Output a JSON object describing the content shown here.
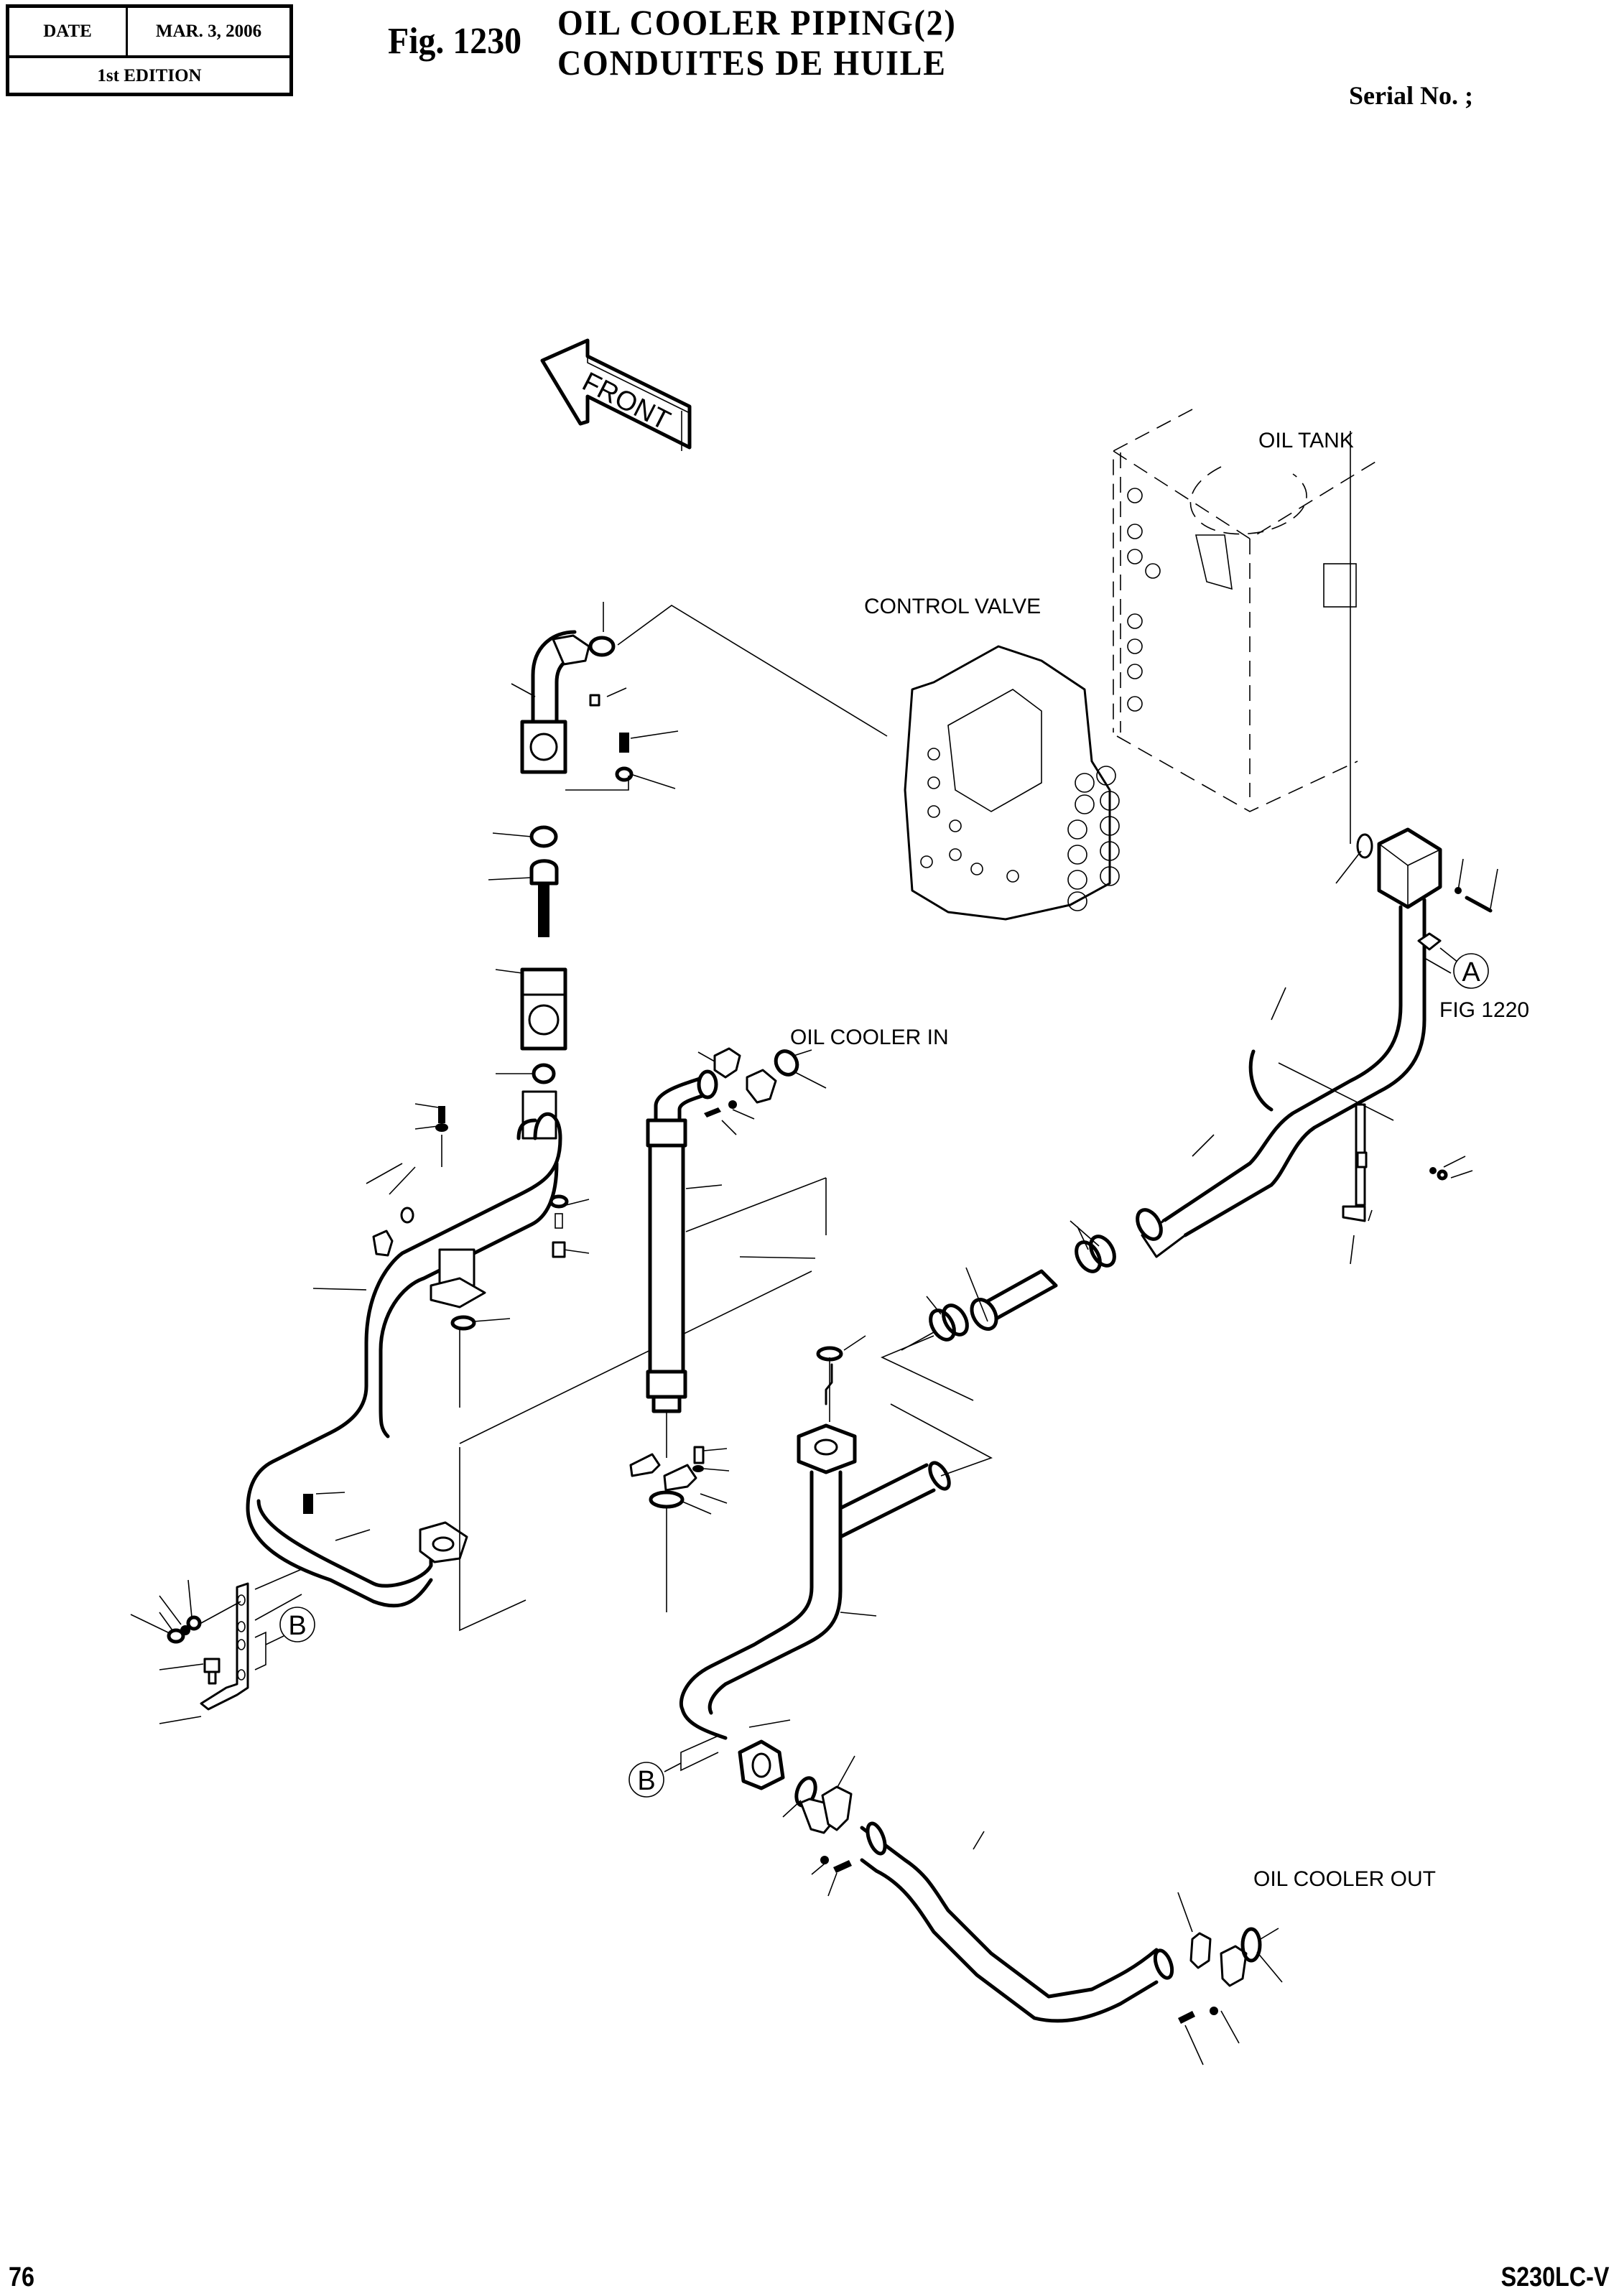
{
  "header": {
    "date_label": "DATE",
    "date_value": "MAR. 3, 2006",
    "edition": "1st EDITION",
    "figure_number": "Fig. 1230",
    "title_en": "OIL  COOLER  PIPING(2)",
    "title_fr": "CONDUITES  DE  HUILE",
    "serial_label": "Serial No. ;"
  },
  "diagram": {
    "direction_arrow": "FRONT",
    "labels": {
      "oil_tank": "OIL TANK",
      "control_valve": "CONTROL VALVE",
      "oil_cooler_in": "OIL COOLER IN",
      "oil_cooler_out": "OIL COOLER OUT",
      "fig_reference": "FIG 1220"
    },
    "callouts": {
      "a": "A",
      "b_left": "B",
      "b_lower": "B"
    }
  },
  "footer": {
    "page_number": "76",
    "model": "S230LC-V"
  }
}
